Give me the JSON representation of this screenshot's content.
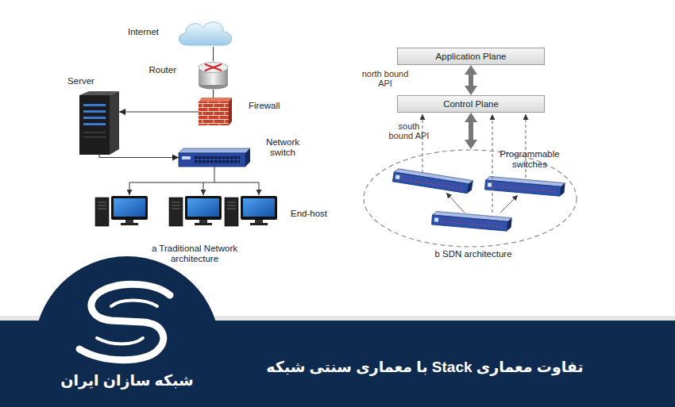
{
  "diagram": {
    "title": "تفاوت معماری Stack با معماری سنتی شبکه",
    "nodes": [
      {
        "text": [
          "Internet"
        ]
      },
      {
        "text": [
          "Router"
        ]
      },
      {
        "text": [
          "Firewall"
        ]
      },
      {
        "text": [
          "Server"
        ]
      },
      {
        "text": [
          "Network switch"
        ]
      },
      {
        "text": [
          "Application Plane"
        ]
      },
      {
        "text": [
          "Control Plane"
        ]
      },
      {
        "text": [
          "Programmable switches"
        ]
      }
    ],
    "edges": [
      {
        "from": 0,
        "to": 1,
        "arrow": "none"
      },
      {
        "from": 1,
        "to": 2,
        "arrow": "none"
      },
      {
        "from": 2,
        "to": 3,
        "arrow": "to"
      },
      {
        "from": 3,
        "to": 4,
        "arrow": "to"
      },
      {
        "from": 5,
        "to": 6,
        "label": "north bound API",
        "arrow": "both"
      },
      {
        "from": 6,
        "to": 7,
        "label": "south bound API",
        "arrow": "both"
      }
    ],
    "labels": [
      "End-host",
      "a Traditional Network architecture",
      "b SDN architecture",
      "شبکه سازان ایران"
    ]
  }
}
